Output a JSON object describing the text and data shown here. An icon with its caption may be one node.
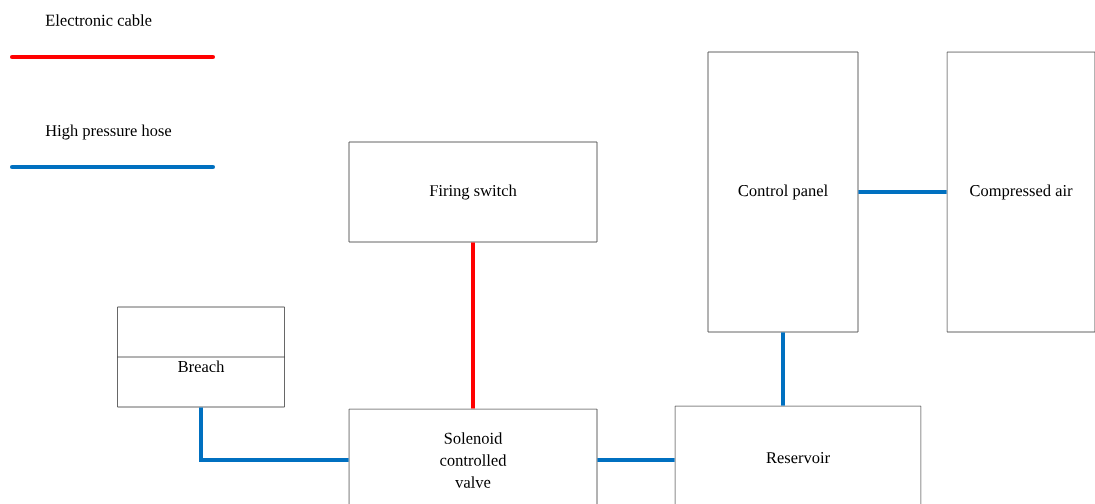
{
  "diagram": {
    "nodes": [
      {
        "text": [
          "Firing switch"
        ]
      },
      {
        "text": [
          "Control panel"
        ]
      },
      {
        "text": [
          "Compressed air"
        ]
      },
      {
        "text": [
          "Breach"
        ]
      },
      {
        "text": [
          "Solenoid controlled valve"
        ]
      },
      {
        "text": [
          "Reservoir"
        ]
      }
    ],
    "edges": [
      {
        "from": 0,
        "to": 4,
        "arrow": "none",
        "color": "#ff0000"
      },
      {
        "from": 1,
        "to": 2,
        "arrow": "none"
      },
      {
        "from": 1,
        "to": 5,
        "arrow": "none"
      },
      {
        "from": 3,
        "to": 4,
        "arrow": "none"
      },
      {
        "from": 4,
        "to": 5,
        "arrow": "none"
      }
    ],
    "legend": [
      {
        "text": "Electronic cable",
        "color": "#ff0000"
      },
      {
        "text": "High pressure hose",
        "color": "#0070c0"
      }
    ]
  }
}
